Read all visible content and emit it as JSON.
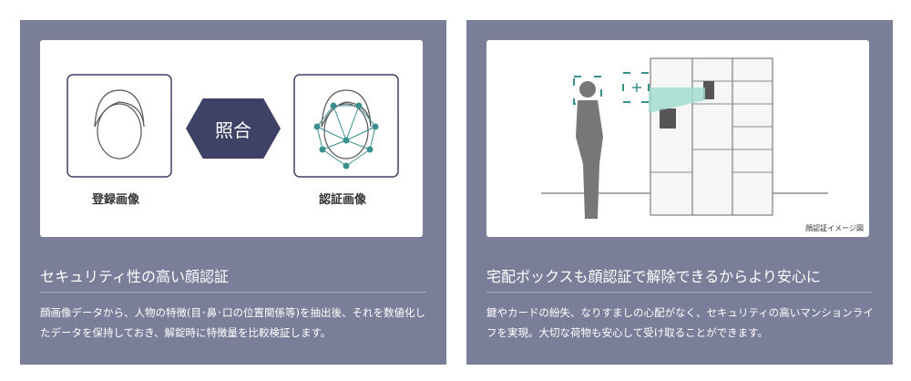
{
  "panels": [
    {
      "title": "セキュリティ性の高い顔認証",
      "description": "顔画像データから、人物の特徴(目･鼻･口の位置関係等)を抽出後、それを数値化したデータを保持しておき、解錠時に特徴量を比較検証します。",
      "registered_label": "登録画像",
      "match_label": "照合",
      "auth_label": "認証画像"
    },
    {
      "title": "宅配ボックスも顔認証で解除できるからより安心に",
      "description": "鍵やカードの紛失、なりすましの心配がなく、セキュリティの高いマンションライフを実現。大切な荷物も安心して受け取ることができます。",
      "caption": "顔認証イメージ図"
    }
  ],
  "colors": {
    "panel": "#7b7e99",
    "accent": "#3e4265",
    "teal": "#3a8f8f"
  }
}
